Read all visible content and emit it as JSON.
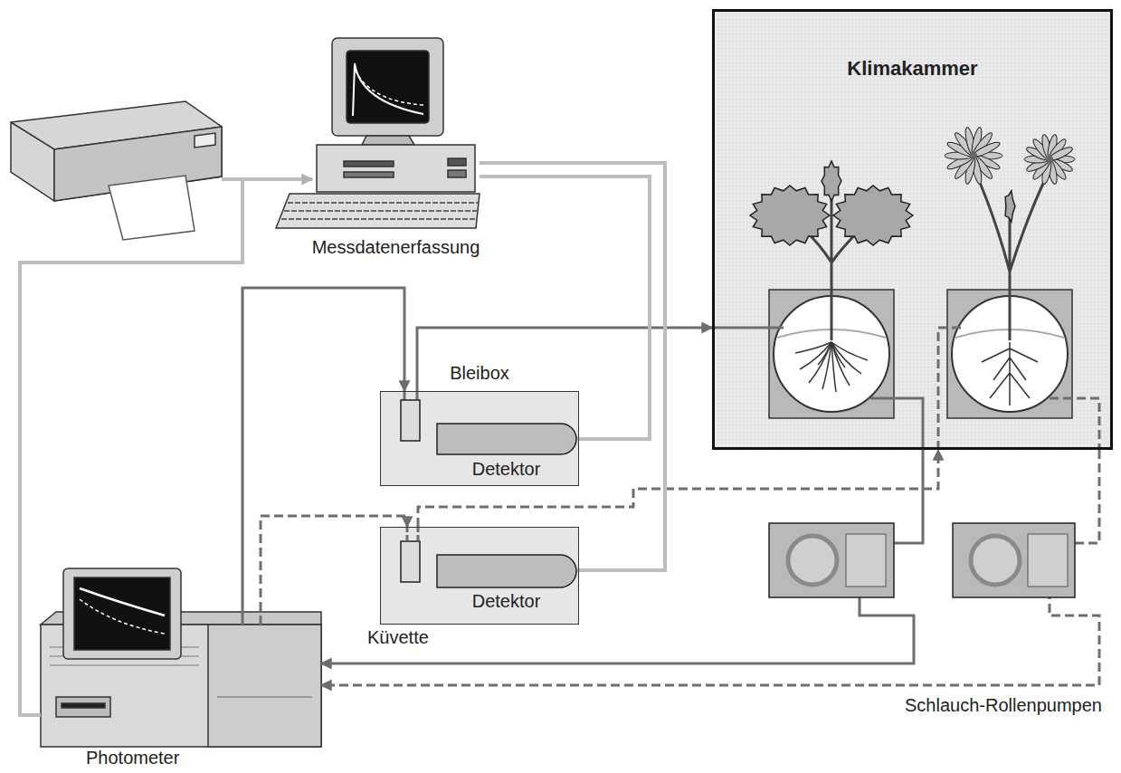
{
  "diagram": {
    "nodes": [
      {
        "text": [
          "Messdatenerfassung"
        ]
      },
      {
        "text": [
          "Klimakammer"
        ]
      },
      {
        "text": [
          "Bleibox"
        ]
      },
      {
        "text": [
          "Detektor"
        ],
        "in": 2
      },
      {
        "text": [
          "Küvette"
        ]
      },
      {
        "text": [
          "Detektor"
        ],
        "in": 4
      },
      {
        "text": [
          "Photometer"
        ]
      }
    ],
    "edges": [
      {
        "from": 6,
        "to": 2,
        "arrow": "to"
      },
      {
        "from": 2,
        "to": 1,
        "arrow": "to"
      },
      {
        "from": 1,
        "to": 6,
        "arrow": "to"
      },
      {
        "from": 6,
        "to": 4,
        "arrow": "to"
      },
      {
        "from": 4,
        "to": 1,
        "arrow": "to"
      },
      {
        "from": 1,
        "to": 6,
        "arrow": "to"
      },
      {
        "from": 3,
        "to": 0,
        "arrow": "none"
      },
      {
        "from": 5,
        "to": 0,
        "arrow": "none"
      },
      {
        "from": 6,
        "to": 0,
        "arrow": "to"
      }
    ],
    "labels": [
      "Schlauch-Rollenpumpen"
    ]
  }
}
